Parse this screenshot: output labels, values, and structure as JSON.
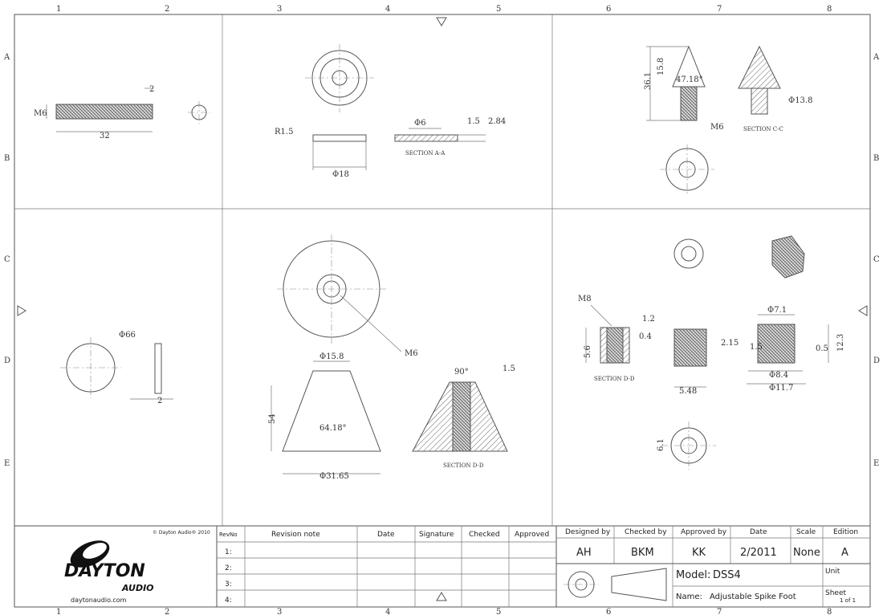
{
  "border": {
    "top_numbers": [
      "1",
      "2",
      "3",
      "4",
      "5",
      "6",
      "7",
      "8"
    ],
    "bottom_numbers": [
      "1",
      "2",
      "3",
      "4",
      "5",
      "6",
      "7",
      "8"
    ],
    "left_letters": [
      "A",
      "B",
      "C",
      "D",
      "E"
    ],
    "right_letters": [
      "A",
      "B",
      "C",
      "D",
      "E"
    ]
  },
  "views": {
    "screw": {
      "dim_m6": "M6",
      "dim_len": "32",
      "dim_2": "2"
    },
    "washer": {
      "r": "R1.5",
      "phi18": "Φ18",
      "phi6": "Φ6",
      "t15": "1.5",
      "t284": "2.84",
      "section": "SECTION A-A"
    },
    "spike": {
      "h361": "36.1",
      "h158": "15.8",
      "angle": "47.18°",
      "m6": "M6",
      "phi138": "Φ13.8",
      "section": "SECTION C-C"
    },
    "disc": {
      "phi66": "Φ66",
      "t2": "2"
    },
    "cone": {
      "m6": "M6",
      "phi158": "Φ15.8",
      "h54": "54",
      "angle": "64.18°",
      "phi3165": "Φ31.65",
      "angle90": "90°",
      "t15": "1.5",
      "section": "SECTION D-D"
    },
    "insert": {
      "m8": "M8",
      "t12": "1.2",
      "t04": "0.4",
      "h56": "5.6",
      "h215": "2.15",
      "phi71": "Φ7.1",
      "t15": "1.5",
      "t05": "0.5",
      "h123": "12.3",
      "phi84": "Φ8.4",
      "phi117": "Φ11.7",
      "w548": "5.48",
      "h61": "6.1",
      "section": "SECTION D-D"
    }
  },
  "title_block": {
    "copyright": "© Dayton Audio® 2010",
    "brand_main": "DAYTON",
    "brand_sub": "AUDIO",
    "website": "daytonaudio.com",
    "headers": [
      "RevNo",
      "Revision note",
      "Date",
      "Signature",
      "Checked",
      "Approved"
    ],
    "rev_rows": [
      "1:",
      "2:",
      "3:",
      "4:"
    ],
    "info_headers": [
      "Designed by",
      "Checked by",
      "Approved by",
      "Date",
      "Scale",
      "Edition"
    ],
    "info_values": [
      "AH",
      "BKM",
      "KK",
      "2/2011",
      "None",
      "A"
    ],
    "model_label": "Model:",
    "model_value": "DSS4",
    "name_label": "Name:",
    "name_value": "Adjustable Spike Foot",
    "unit_label": "Unit",
    "sheet_label": "Sheet",
    "sheet_value": "1 of 1"
  }
}
